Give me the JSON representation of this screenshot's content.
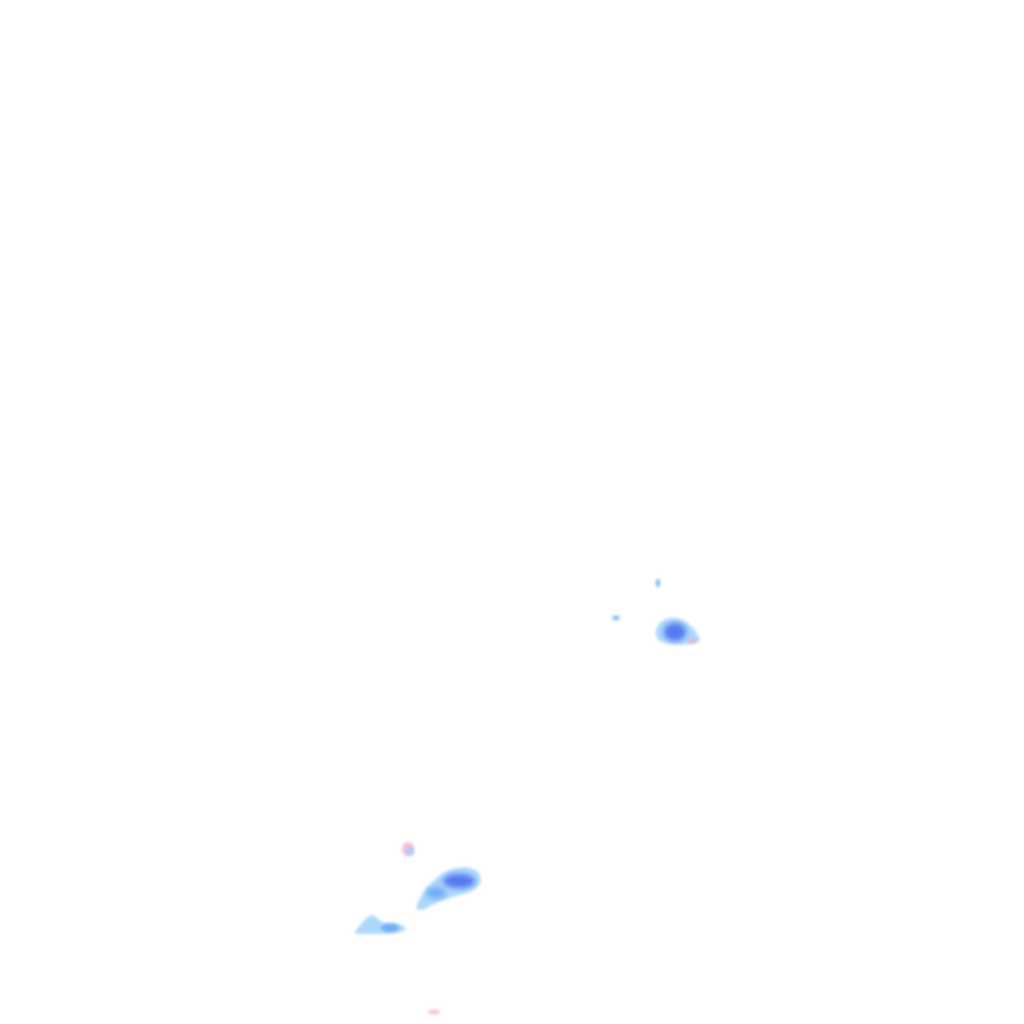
{
  "map": {
    "kind": "precipitation-radar-overlay",
    "background_color": "#ffffff",
    "legend_visible": false,
    "labels_visible": false,
    "palette": {
      "light": "#9ed0fa",
      "moderate": "#6aa8f5",
      "heavy": "#4a6ff0",
      "fringe": "#f4a7c3"
    },
    "echoes": [
      {
        "id": "cell-east",
        "intensity": "heavy"
      },
      {
        "id": "cell-south-main",
        "intensity": "heavy"
      },
      {
        "id": "cell-south-west",
        "intensity": "light"
      },
      {
        "id": "speckle-north-1",
        "intensity": "light"
      },
      {
        "id": "speckle-north-2",
        "intensity": "light"
      },
      {
        "id": "speckle-south-pink",
        "intensity": "fringe"
      },
      {
        "id": "speckle-bottom-pink",
        "intensity": "fringe"
      }
    ]
  }
}
